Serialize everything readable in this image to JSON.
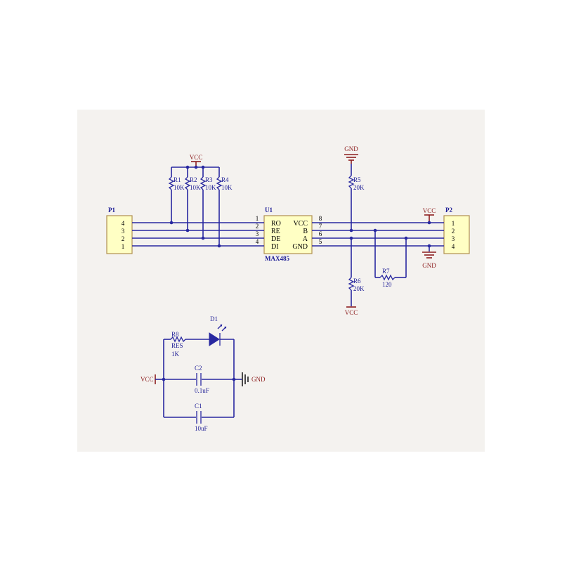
{
  "power": {
    "vcc": "VCC",
    "gnd": "GND"
  },
  "p1": {
    "ref": "P1",
    "pins": [
      "4",
      "3",
      "2",
      "1"
    ]
  },
  "p2": {
    "ref": "P2",
    "pins": [
      "1",
      "2",
      "3",
      "4"
    ]
  },
  "u1": {
    "ref": "U1",
    "part": "MAX485",
    "left_pins": [
      {
        "num": "1",
        "name": "RO"
      },
      {
        "num": "2",
        "name": "RE"
      },
      {
        "num": "3",
        "name": "DE"
      },
      {
        "num": "4",
        "name": "DI"
      }
    ],
    "right_pins": [
      {
        "num": "8",
        "name": "VCC"
      },
      {
        "num": "7",
        "name": "B"
      },
      {
        "num": "6",
        "name": "A"
      },
      {
        "num": "5",
        "name": "GND"
      }
    ]
  },
  "resistors": {
    "r1": {
      "ref": "R1",
      "value": "10K"
    },
    "r2": {
      "ref": "R2",
      "value": "10K"
    },
    "r3": {
      "ref": "R3",
      "value": "10K"
    },
    "r4": {
      "ref": "R4",
      "value": "10K"
    },
    "r5": {
      "ref": "R5",
      "value": "20K"
    },
    "r6": {
      "ref": "R6",
      "value": "20K"
    },
    "r7": {
      "ref": "R7",
      "value": "120"
    },
    "r8": {
      "ref": "R8",
      "value": "RES",
      "value2": "1K"
    }
  },
  "led": {
    "ref": "D1"
  },
  "caps": {
    "c2": {
      "ref": "C2",
      "value": "0.1uF"
    },
    "c1": {
      "ref": "C1",
      "value": "10uF"
    }
  },
  "colors": {
    "background": "#f4f2ef",
    "wire": "#2828a0",
    "power": "#8c1e1e",
    "connector_fill": "#ffffc4",
    "connector_stroke": "#b09050"
  }
}
